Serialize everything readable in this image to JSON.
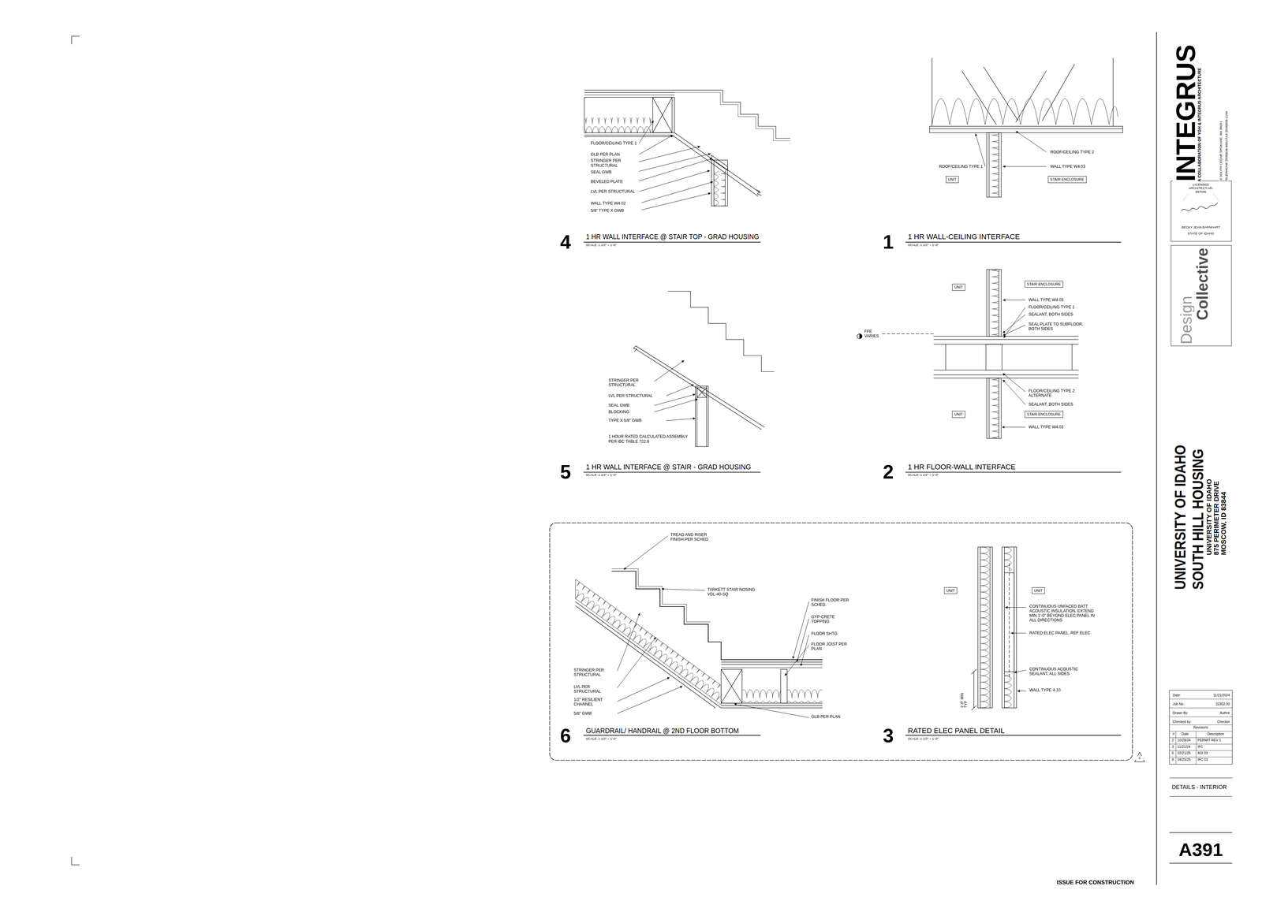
{
  "diagram": {
    "nodes": [
      {
        "text": [
          "UNIT"
        ]
      },
      {
        "text": [
          "STAIR ENCLOSURE"
        ]
      },
      {
        "text": [
          "UNIT"
        ]
      },
      {
        "text": [
          "STAIR ENCLOSURE"
        ]
      },
      {
        "text": [
          "UNIT"
        ]
      },
      {
        "text": [
          "STAIR ENCLOSURE"
        ]
      },
      {
        "text": [
          "UNIT"
        ]
      },
      {
        "text": [
          "UNIT"
        ]
      }
    ],
    "labels": [
      "FLOOR/CEILING TYPE 1",
      "GLB PER PLAN",
      "STRINGER PER STRUCTURAL",
      "SEAL GWB",
      "BEVELED PLATE",
      "LVL PER STRUCTURAL",
      "WALL TYPE W4.02",
      "5/8\" TYPE X GWB",
      "4",
      "1 HR WALL INTERFACE @ STAIR TOP - GRAD HOUSING",
      "SCALE: 1 1/2\" = 1'-0\"",
      "ROOF/CEILING TYPE 2",
      "ROOF/CEILING TYPE 1",
      "WALL TYPE W4.03",
      "1",
      "1 HR WALL-CEILING INTERFACE",
      "SCALE: 1 1/2\" = 1'-0\"",
      "STRINGER PER STRUCTURAL",
      "LVL PER STRUCTURAL",
      "SEAL GWB",
      "BLOCKING",
      "TYPE X 5/8\" GWB",
      "1 HOUR RATED CALCULATED ASSEMBLY PER IBC TABLE 722.6",
      "5",
      "1 HR WALL INTERFACE @ STAIR - GRAD HOUSING",
      "SCALE: 1 1/2\" = 1'-0\"",
      "WALL TYPE W4.03",
      "FLOOR/CEILING TYPE 1",
      "SEALANT, BOTH SIDES",
      "SEAL PLATE TO SUBFLOOR, BOTH SIDES",
      "FFE VARIES",
      "FLOOR/CEILING TYPE 2: ALTERNATE",
      "SEALANT, BOTH SIDES",
      "WALL TYPE W4.03",
      "2",
      "1 HR FLOOR-WALL INTERFACE",
      "SCALE: 1 1/2\" = 1'-0\"",
      "TREAD AND RISER FINISH PER SCHED",
      "TARKETT STAIR NOSING VDL-40-SQ",
      "FINISH FLOOR PER SCHED.",
      "GYP-CRETE TOPPING",
      "FLOOR SHTG",
      "FLOOR JOIST PER PLAN",
      "STRINGER PER STRUCTURAL",
      "LVL PER STRUCTURAL",
      "1/2\" RESILIENT CHANNEL",
      "5/8\" GWB",
      "GLB PER PLAN",
      "6",
      "GUARDRAIL/ HANDRAIL @ 2ND FLOOR BOTTOM",
      "SCALE: 1 1/2\" = 1'-0\"",
      "CONTINUOUS UNFACED BATT ACOUSTIC INSULATION, EXTEND MIN 1'-0\" BEYOND ELEC PANEL IN ALL DIRECTIONS",
      "RATED ELEC PANEL, REF ELEC",
      "CONTINUOUS ACOUSTIC SEALANT, ALL SIDES",
      "WALL TYPE 4.10",
      "1'-0\" MIN TYP",
      "3",
      "RATED ELEC PANEL DETAIL",
      "SCALE: 1 1/2\" = 1'-0\"",
      "6",
      "INTEGRUS",
      "A COLLABORATION OF YGH & INTEGRUS ARCHITECTURE",
      "10 SOUTH CEDAR SPOKANE, WA 99201",
      "TELEPHONE (509)838-8681 FAX (509)838-2194",
      "LICENSED ARCHITECT AR-987046",
      "BECKY JEAN BARNHART",
      "STATE OF IDAHO",
      "Design",
      "Collective",
      "UNIVERSITY OF IDAHO",
      "SOUTH HILL HOUSING",
      "UNIVERSITY OF IDAHO",
      "875 PERIMETER DRIVE",
      "MOSCOW, ID 83844",
      "Date:",
      "11/21/2024",
      "Job No.:",
      "22302.00",
      "Drawn By:",
      "Author",
      "Checked by:",
      "Checker",
      "Revisions",
      "#",
      "Date",
      "Description",
      "2",
      "10/28/24",
      "PERMIT REV 1",
      "3",
      "11/21/24",
      "IFC",
      "6",
      "02/21/25",
      "ASI 03",
      "8",
      "04/25/25",
      "IFC 03",
      "DETAILS - INTERIOR",
      "A391",
      "ISSUE FOR CONSTRUCTION"
    ]
  }
}
